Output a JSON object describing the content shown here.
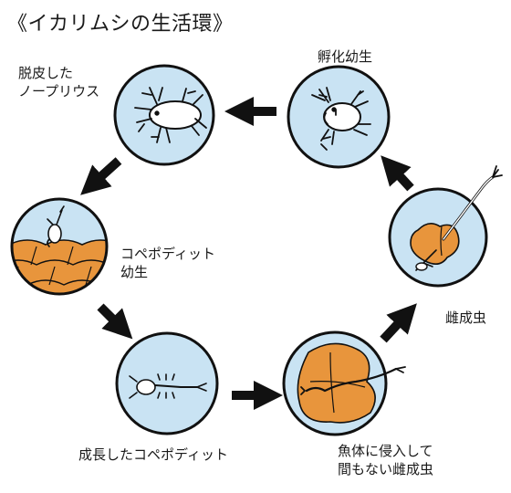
{
  "title": "《イカリムシの生活環》",
  "stages": {
    "hatched_larva": {
      "label": "孵化幼生"
    },
    "molted_nauplius": {
      "lines": [
        "脱皮した",
        "ノープリウス"
      ]
    },
    "copepodid_larva": {
      "lines": [
        "コペポディット",
        "幼生"
      ]
    },
    "grown_copepodid": {
      "label": "成長したコペポディット"
    },
    "young_female_on_fish": {
      "lines": [
        "魚体に侵入して",
        "間もない雌成虫"
      ]
    },
    "adult_female": {
      "label": "雌成虫"
    }
  },
  "colors": {
    "circle_fill": "#c9e3f3",
    "circle_stroke": "#111111",
    "orange": "#e8953c",
    "arrow": "#111111"
  }
}
